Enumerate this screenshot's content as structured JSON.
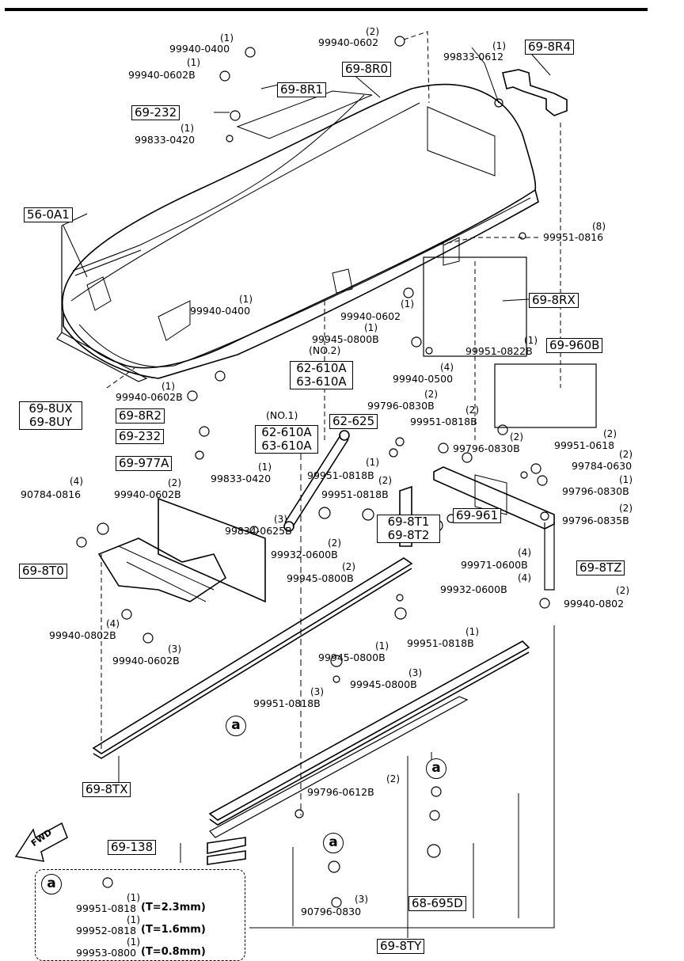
{
  "callouts": {
    "c_698R4": "69-8R4",
    "c_698R0": "69-8R0",
    "c_698R1": "69-8R1",
    "c_69232a": "69-232",
    "c_560A1": "56-0A1",
    "c_698RX": "69-8RX",
    "c_69960B": "69-960B",
    "c_698UX": "69-8UX",
    "c_698UY": "69-8UY",
    "c_698R2": "69-8R2",
    "c_69232b": "69-232",
    "c_69977A": "69-977A",
    "c_62610A_a": "62-610A",
    "c_63610A_a": "63-610A",
    "c_62610A_b": "62-610A",
    "c_63610A_b": "63-610A",
    "c_62625": "62-625",
    "c_698T1": "69-8T1",
    "c_698T2": "69-8T2",
    "c_69961": "69-961",
    "c_698TZ": "69-8TZ",
    "c_698T0": "69-8T0",
    "c_698TX": "69-8TX",
    "c_69138": "69-138",
    "c_68695D": "68-695D",
    "c_698TY": "69-8TY",
    "no2": "(NO.2)",
    "no1": "(NO.1)"
  },
  "parts": {
    "p1": "99940-0400",
    "p2": "99940-0602B",
    "p3": "99833-0420",
    "p4": "99940-0602",
    "p5": "99833-0612",
    "p6": "99951-0816",
    "p7": "99940-0400",
    "p8": "99940-0602",
    "p9": "99945-0800B",
    "p10": "99951-0822B",
    "p11": "99940-0500",
    "p12": "99940-0602B",
    "p13": "99796-0830B",
    "p14": "99951-0818B",
    "p15": "99796-0830B",
    "p16": "99951-0618",
    "p17": "99784-0630",
    "p18": "99796-0830B",
    "p19": "99796-0835B",
    "p20": "99833-0420",
    "p21": "99951-0818B",
    "p22": "99951-0818B",
    "p23": "90784-0816",
    "p24": "99940-0602B",
    "p25": "99834-0625B",
    "p26": "99932-0600B",
    "p27": "99945-0800B",
    "p28": "99971-0600B",
    "p29": "99932-0600B",
    "p30": "99940-0802",
    "p31": "99940-0802B",
    "p32": "99940-0602B",
    "p33": "99945-0800B",
    "p34": "99951-0818B",
    "p35": "99945-0800B",
    "p36": "99951-0818B",
    "p37": "99796-0612B",
    "p38": "90796-0830"
  },
  "qty": {
    "q1": "(1)",
    "q2": "(1)",
    "q3": "(1)",
    "q4": "(2)",
    "q5": "(1)",
    "q6": "(8)",
    "q7": "(1)",
    "q8": "(1)",
    "q9": "(1)",
    "q10": "(1)",
    "q11": "(4)",
    "q12": "(2)",
    "q13": "(2)",
    "q14": "(2)",
    "q15": "(2)",
    "q16": "(2)",
    "q17": "(2)",
    "q18": "(1)",
    "q19": "(2)",
    "q20": "(1)",
    "q21": "(1)",
    "q22": "(2)",
    "q23": "(4)",
    "q24": "(2)",
    "q25": "(3)",
    "q26": "(2)",
    "q27": "(2)",
    "q28": "(4)",
    "q29": "(4)",
    "q30": "(2)",
    "q31": "(4)",
    "q32": "(3)",
    "q33": "(1)",
    "q34": "(1)",
    "q35": "(3)",
    "q36": "(3)",
    "q37": "(2)",
    "q38": "(3)",
    "q39": "(1)"
  },
  "ref": {
    "a": "a",
    "fwd": "FWD"
  },
  "legend": {
    "rows": [
      {
        "qty": "(1)",
        "part": "99951-0818",
        "thickness": "(T=2.3mm)"
      },
      {
        "qty": "(1)",
        "part": "99952-0818",
        "thickness": "(T=1.6mm)"
      },
      {
        "qty": "(1)",
        "part": "99953-0800",
        "thickness": "(T=0.8mm)"
      }
    ]
  }
}
